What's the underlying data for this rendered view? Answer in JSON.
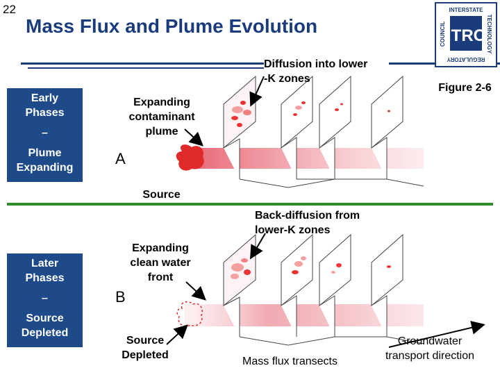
{
  "slide_number": "22",
  "title": "Mass Flux and Plume Evolution",
  "figure_label": "Figure 2-6",
  "logo": {
    "word": "ITRC",
    "ring_top": "INTERSTATE",
    "ring_right": "TECHNOLOGY",
    "ring_left": "COUNCIL",
    "ring_bottom": "REGULATORY"
  },
  "phase_a": {
    "side_box": {
      "line1": "Early",
      "line2": "Phases",
      "dash": "–",
      "line3": "Plume",
      "line4": "Expanding"
    },
    "letter": "A",
    "diffusion_label_1": "Diffusion into lower",
    "diffusion_label_2": "-K zones",
    "plume_label_1": "Expanding",
    "plume_label_2": "contaminant",
    "plume_label_3": "plume",
    "source_label": "Source"
  },
  "phase_b": {
    "side_box": {
      "line1": "Later",
      "line2": "Phases",
      "dash": "–",
      "line3": "Source",
      "line4": "Depleted"
    },
    "letter": "B",
    "backdiff_label_1": "Back-diffusion from",
    "backdiff_label_2": "lower-K zones",
    "clean_label_1": "Expanding",
    "clean_label_2": "clean water",
    "clean_label_3": "front",
    "source_depleted_1": "Source",
    "source_depleted_2": "Depleted",
    "transects_label": "Mass flux transects",
    "groundwater_1": "Groundwater",
    "groundwater_2": "transport direction"
  },
  "colors": {
    "title": "#1a3c7c",
    "side_box": "#1f4a8a",
    "divider": "#2e8b2e",
    "contaminant": "#e02a2a",
    "plume": "#f2a3a8"
  }
}
